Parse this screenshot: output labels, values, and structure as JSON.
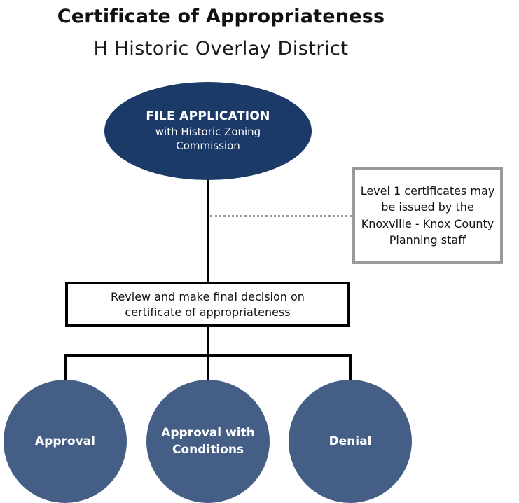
{
  "header": {
    "title": "Certificate of Appropriateness",
    "subtitle": "H Historic Overlay District"
  },
  "colors": {
    "start_node": "#1b3a68",
    "outcome_node": "#445e86",
    "connector": "#000000",
    "note_border": "#999999",
    "note_connector": "#9a9a9a"
  },
  "flow": {
    "start": {
      "heading": "FILE APPLICATION",
      "subtext": "with Historic Zoning Commission"
    },
    "note": {
      "text": "Level 1 certificates may be issued by the Knoxville - Knox County Planning staff"
    },
    "review": {
      "text": "Review and make final decision on certificate of appropriateness"
    },
    "outcomes": [
      {
        "label": "Approval"
      },
      {
        "label": "Approval with Conditions"
      },
      {
        "label": "Denial"
      }
    ]
  }
}
